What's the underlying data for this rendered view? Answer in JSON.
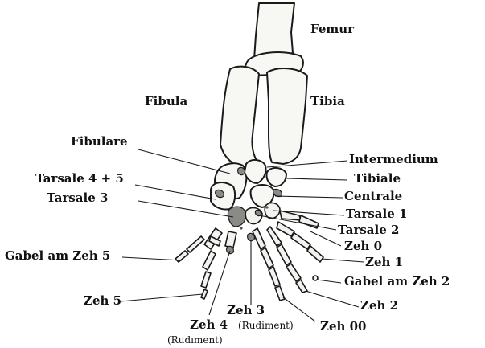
{
  "labels": {
    "femur": "Femur",
    "fibula": "Fibula",
    "tibia": "Tibia",
    "fibulare": "Fibulare",
    "intermedium": "Intermedium",
    "tibiale": "Tibiale",
    "centrale": "Centrale",
    "tarsale_4_5": "Tarsale 4 + 5",
    "tarsale_3": "Tarsale 3",
    "tarsale_1": "Tarsale 1",
    "tarsale_2": "Tarsale 2",
    "zeh_0": "Zeh 0",
    "zeh_1": "Zeh  1",
    "gabel_zeh_5": "Gabel am Zeh 5",
    "gabel_zeh_2": "Gabel am Zeh 2",
    "zeh_5": "Zeh 5",
    "zeh_2": "Zeh 2",
    "zeh_3": "Zeh 3",
    "zeh_3_note": "(Rudiment)",
    "zeh_4": "Zeh 4",
    "zeh_4_note": "(Rudıment)",
    "zeh_00": "Zeh 00"
  }
}
